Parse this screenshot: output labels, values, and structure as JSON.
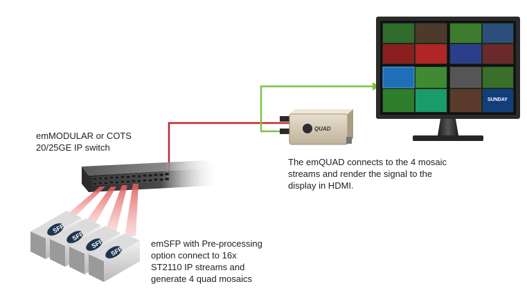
{
  "switch_label": {
    "line1": "emMODULAR or  COTS",
    "line2": "20/25GE IP switch"
  },
  "emquad_label": {
    "line1": "The emQUAD connects to the 4 mosaic",
    "line2": "streams and render the signal to the",
    "line3": "display in HDMI."
  },
  "emsfp_label": {
    "line1": "emSFP with Pre-processing",
    "line2": "option connect to 16x",
    "line3": "ST2110 IP streams and",
    "line4": "generate 4 quad mosaics"
  },
  "emquad_device": {
    "brand": "QUAD"
  },
  "sfp_modules": [
    {
      "brand": "SFP"
    },
    {
      "brand": "SFP"
    },
    {
      "brand": "SFP"
    },
    {
      "brand": "SFP"
    }
  ],
  "mosaic_tile": {
    "caption": "SUNDAY"
  },
  "colors": {
    "ip_link": "#c0262c",
    "hdmi_link": "#7cc242",
    "beam": "#f2a3a3",
    "switch_body": "#3a3a3a",
    "monitor_frame": "#2b2b2b"
  }
}
